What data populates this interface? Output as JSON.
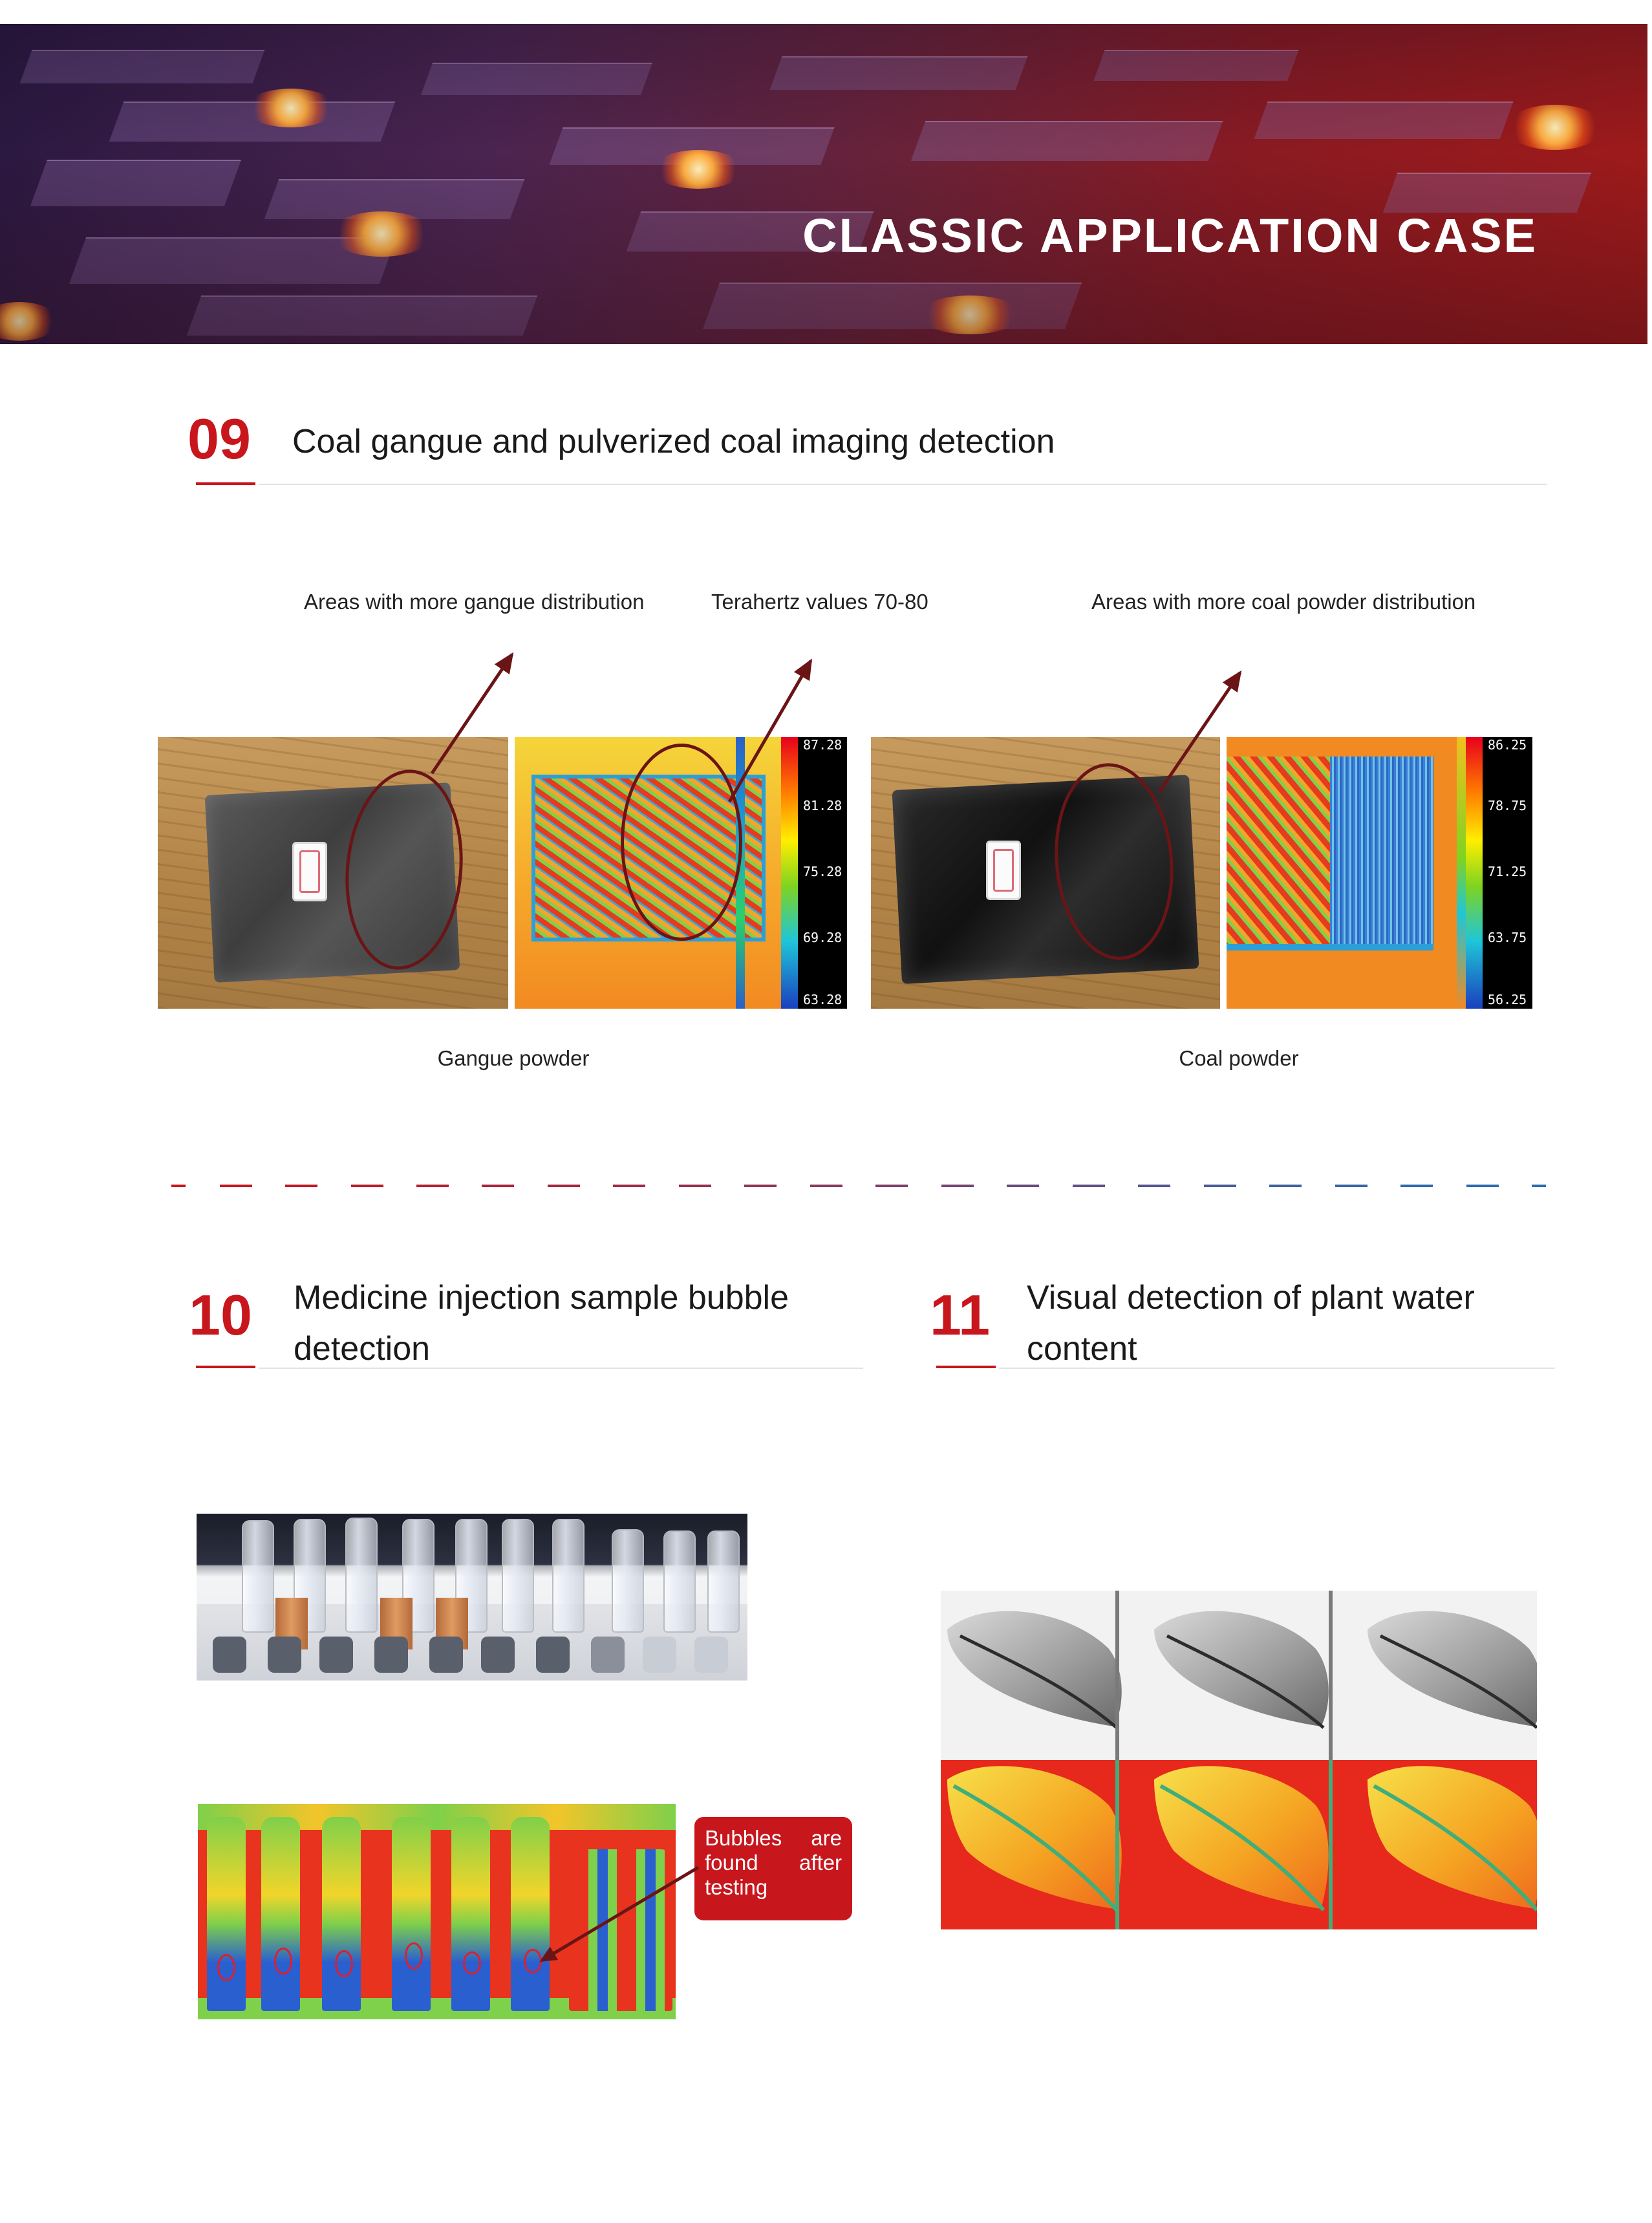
{
  "banner": {
    "title": "CLASSIC APPLICATION CASE"
  },
  "section09": {
    "number": "09",
    "title": "Coal gangue and pulverized coal imaging detection",
    "captions": {
      "gangue_areas": "Areas with more gangue distribution",
      "terahertz": "Terahertz values 70-80",
      "coal_areas": "Areas with more coal powder distribution"
    },
    "labels": {
      "gangue": "Gangue powder",
      "coal": "Coal powder"
    },
    "scale_left": [
      "87.28",
      "81.28",
      "75.28",
      "69.28",
      "63.28"
    ],
    "scale_right": [
      "86.25",
      "78.75",
      "71.25",
      "63.75",
      "56.25"
    ]
  },
  "section10": {
    "number": "10",
    "title_line1": "Medicine injection sample bubble",
    "title_line2": "detection",
    "callout": "Bubbles are found after testing"
  },
  "section11": {
    "number": "11",
    "title_line1": "Visual detection of plant water",
    "title_line2": "content"
  },
  "colors": {
    "accent": "#c8161d",
    "divider_start": "#c8161d",
    "divider_end": "#2b6cb0"
  }
}
